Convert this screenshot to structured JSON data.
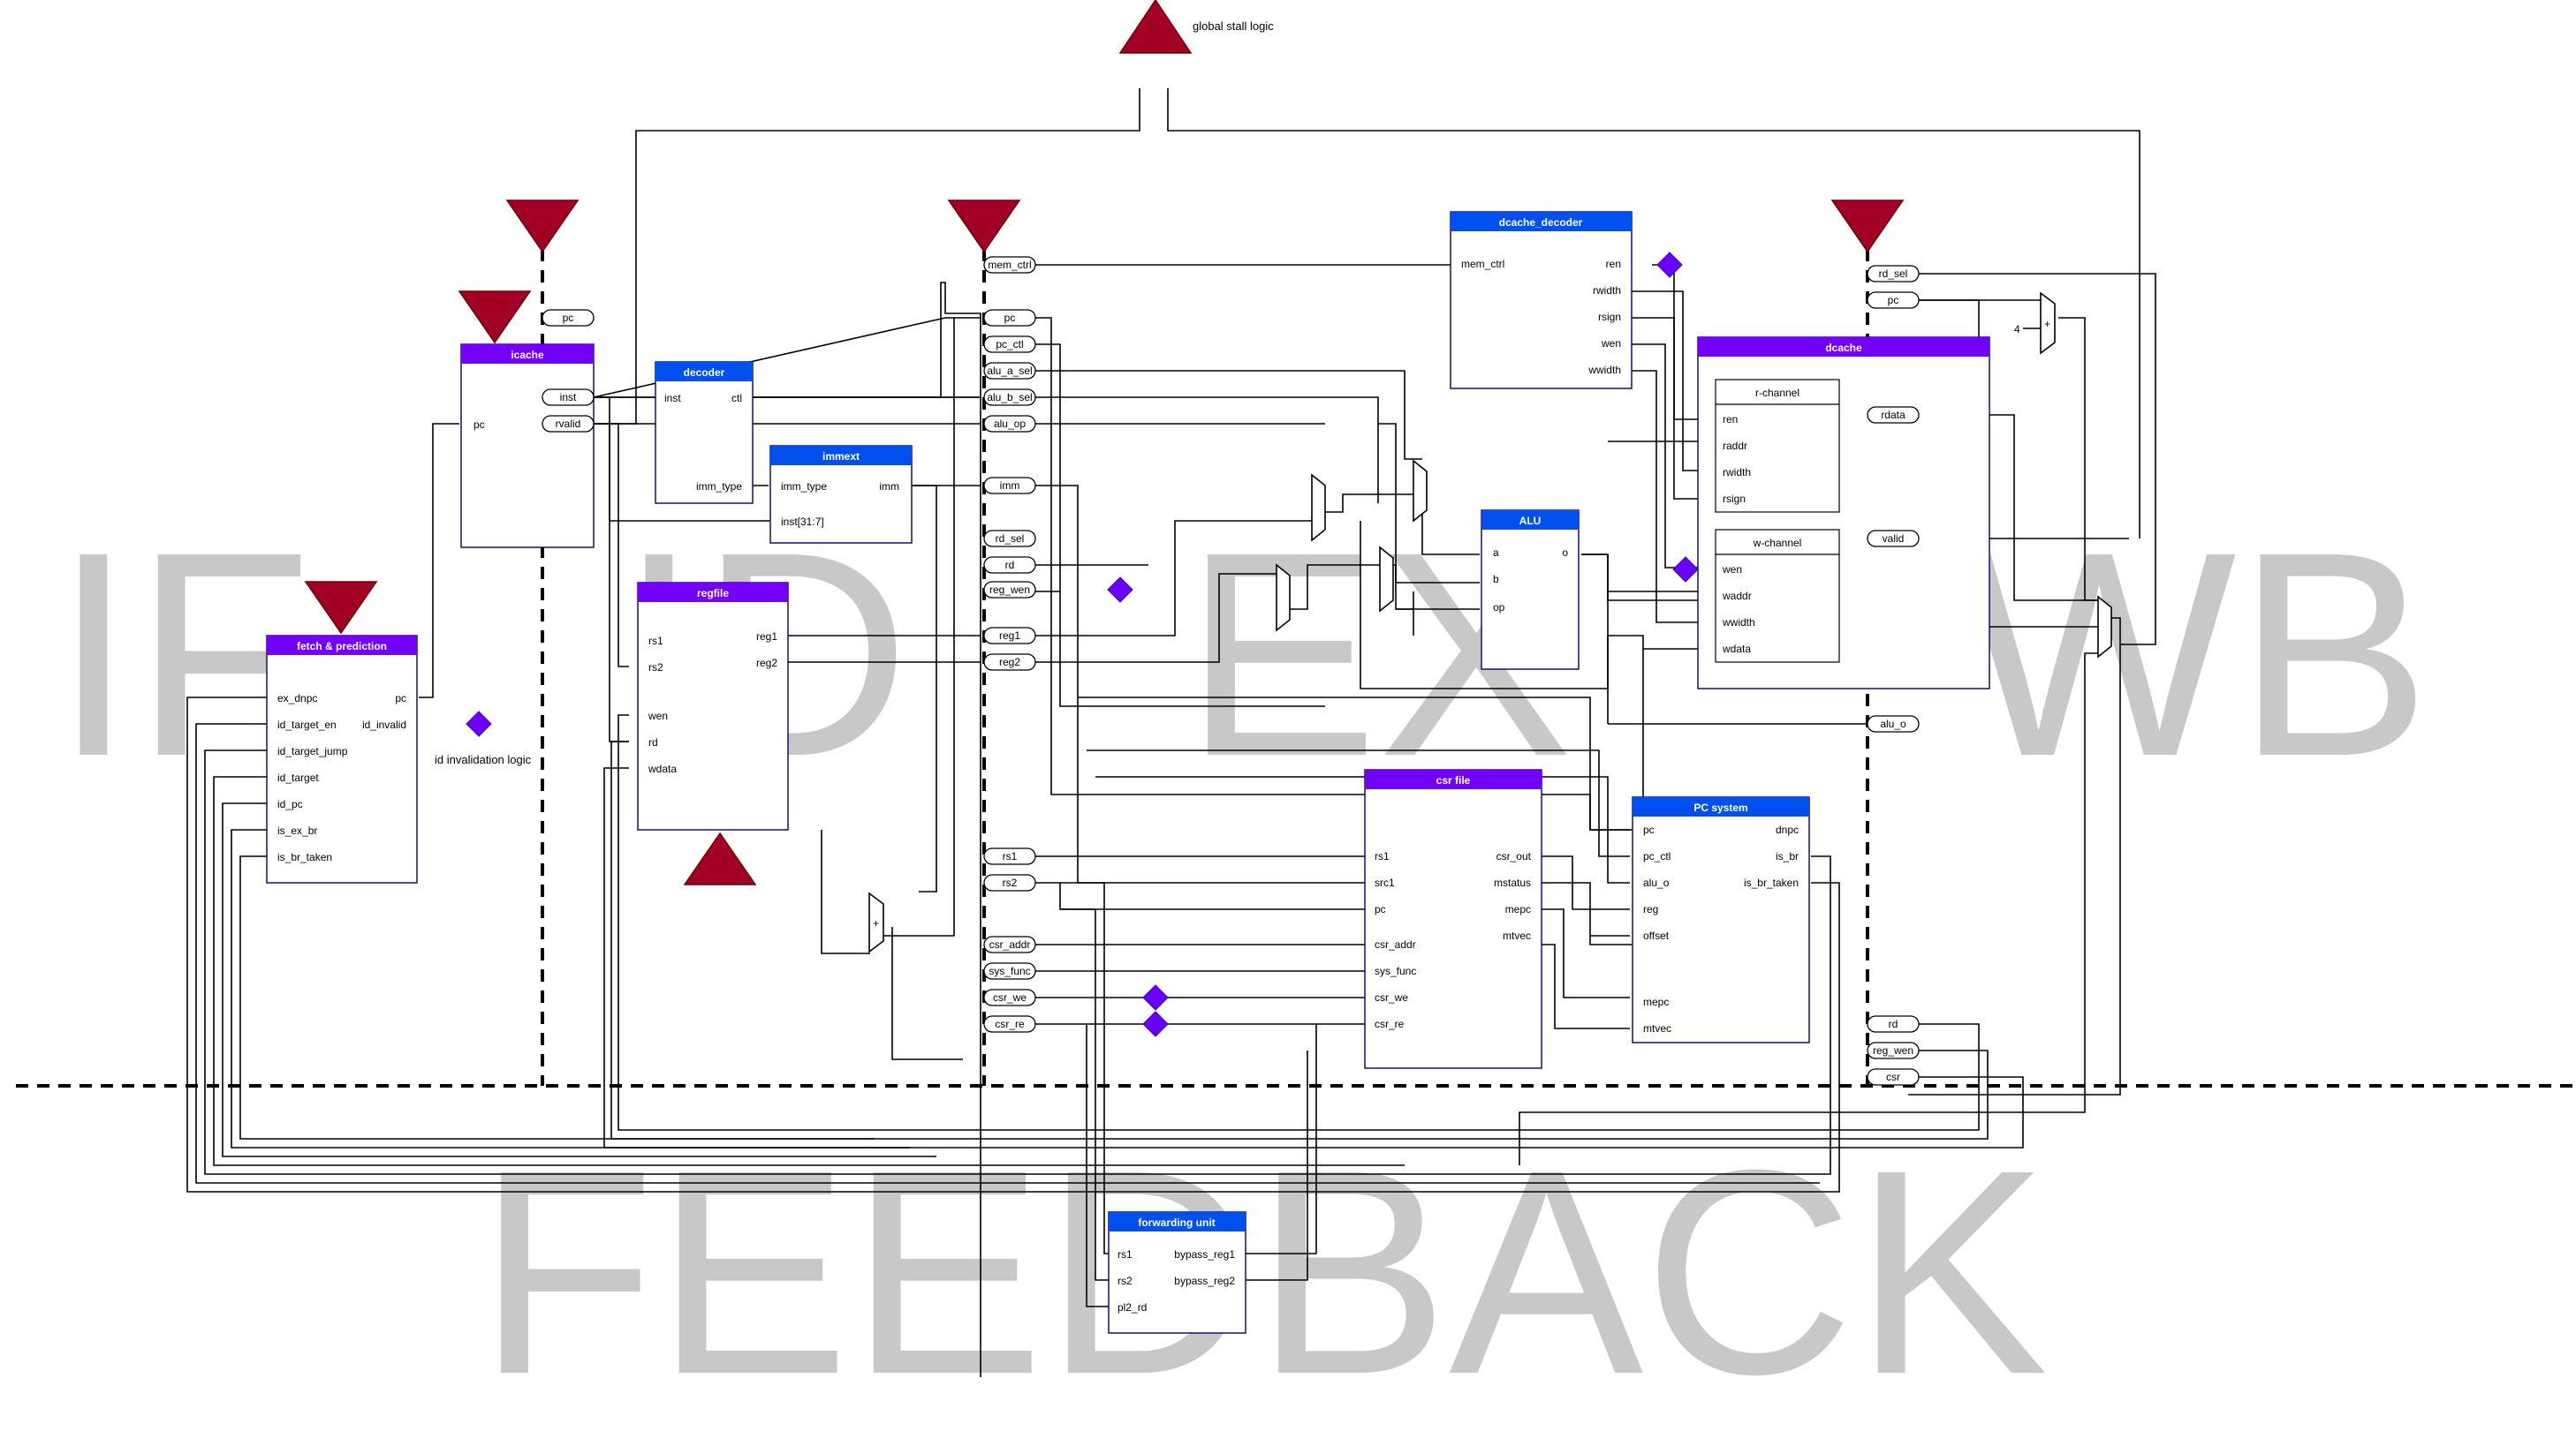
{
  "colors": {
    "wire": "#000000",
    "stage_header_purple": "#7300FF",
    "stage_header_blue": "#0050EF",
    "box_border": "#1C0B7A",
    "stall_marker": "#A20025",
    "junction": "#6A00FF",
    "watermark": "#C8C8C8"
  },
  "watermarks": {
    "if": "IF",
    "id": "ID",
    "ex": "EX",
    "wb": "WB",
    "feedback": "FEEDBACK"
  },
  "labels": {
    "global_stall": "global stall logic",
    "id_invalidation": "id invalidation logic",
    "const_four": "4",
    "adder": "+"
  },
  "blocks": {
    "fetch": {
      "title": "fetch & prediction",
      "inputs": [
        "ex_dnpc",
        "id_target_en",
        "id_target_jump",
        "id_target",
        "id_pc",
        "is_ex_br",
        "is_br_taken"
      ],
      "outputs": [
        "pc",
        "id_invalid"
      ]
    },
    "icache": {
      "title": "icache",
      "inputs": [
        "pc"
      ]
    },
    "decoder": {
      "title": "decoder",
      "ports": [
        "inst",
        "ctl",
        "imm_type"
      ]
    },
    "immext": {
      "title": "immext",
      "ports": [
        "imm_type",
        "imm",
        "inst[31:7]"
      ]
    },
    "regfile": {
      "title": "regfile",
      "ports": [
        "rs1",
        "rs2",
        "wen",
        "rd",
        "wdata",
        "reg1",
        "reg2"
      ]
    },
    "dcache_decoder": {
      "title": "dcache_decoder",
      "ports": [
        "mem_ctrl",
        "ren",
        "rwidth",
        "rsign",
        "wen",
        "wwidth"
      ]
    },
    "alu": {
      "title": "ALU",
      "ports": [
        "a",
        "b",
        "op",
        "o"
      ]
    },
    "dcache": {
      "title": "dcache",
      "r_channel": {
        "title": "r-channel",
        "ports": [
          "ren",
          "raddr",
          "rwidth",
          "rsign"
        ]
      },
      "w_channel": {
        "title": "w-channel",
        "ports": [
          "wen",
          "waddr",
          "wwidth",
          "wdata"
        ]
      }
    },
    "csr": {
      "title": "csr file",
      "ports": [
        "rs1",
        "src1",
        "pc",
        "csr_addr",
        "sys_func",
        "csr_we",
        "csr_re",
        "csr_out",
        "mstatus",
        "mepc",
        "mtvec"
      ]
    },
    "pcsys": {
      "title": "PC system",
      "ports": [
        "pc",
        "pc_ctl",
        "alu_o",
        "reg",
        "offset",
        "mepc",
        "mtvec",
        "dnpc",
        "is_br",
        "is_br_taken"
      ]
    },
    "fwd": {
      "title": "forwarding unit",
      "ports": [
        "rs1",
        "rs2",
        "pl2_rd",
        "bypass_reg1",
        "bypass_reg2"
      ]
    }
  },
  "pipeline_regs": {
    "if_id": [
      "pc",
      "inst",
      "rvalid"
    ],
    "id_ex": [
      "mem_ctrl",
      "pc",
      "pc_ctl",
      "alu_a_sel",
      "alu_b_sel",
      "alu_op",
      "imm",
      "rd_sel",
      "rd",
      "reg_wen",
      "reg1",
      "reg2",
      "rs1",
      "rs2",
      "csr_addr",
      "sys_func",
      "csr_we",
      "csr_re"
    ],
    "ex_wb": [
      "rd_sel",
      "pc",
      "rdata",
      "valid",
      "alu_o",
      "rd",
      "reg_wen",
      "csr"
    ]
  }
}
